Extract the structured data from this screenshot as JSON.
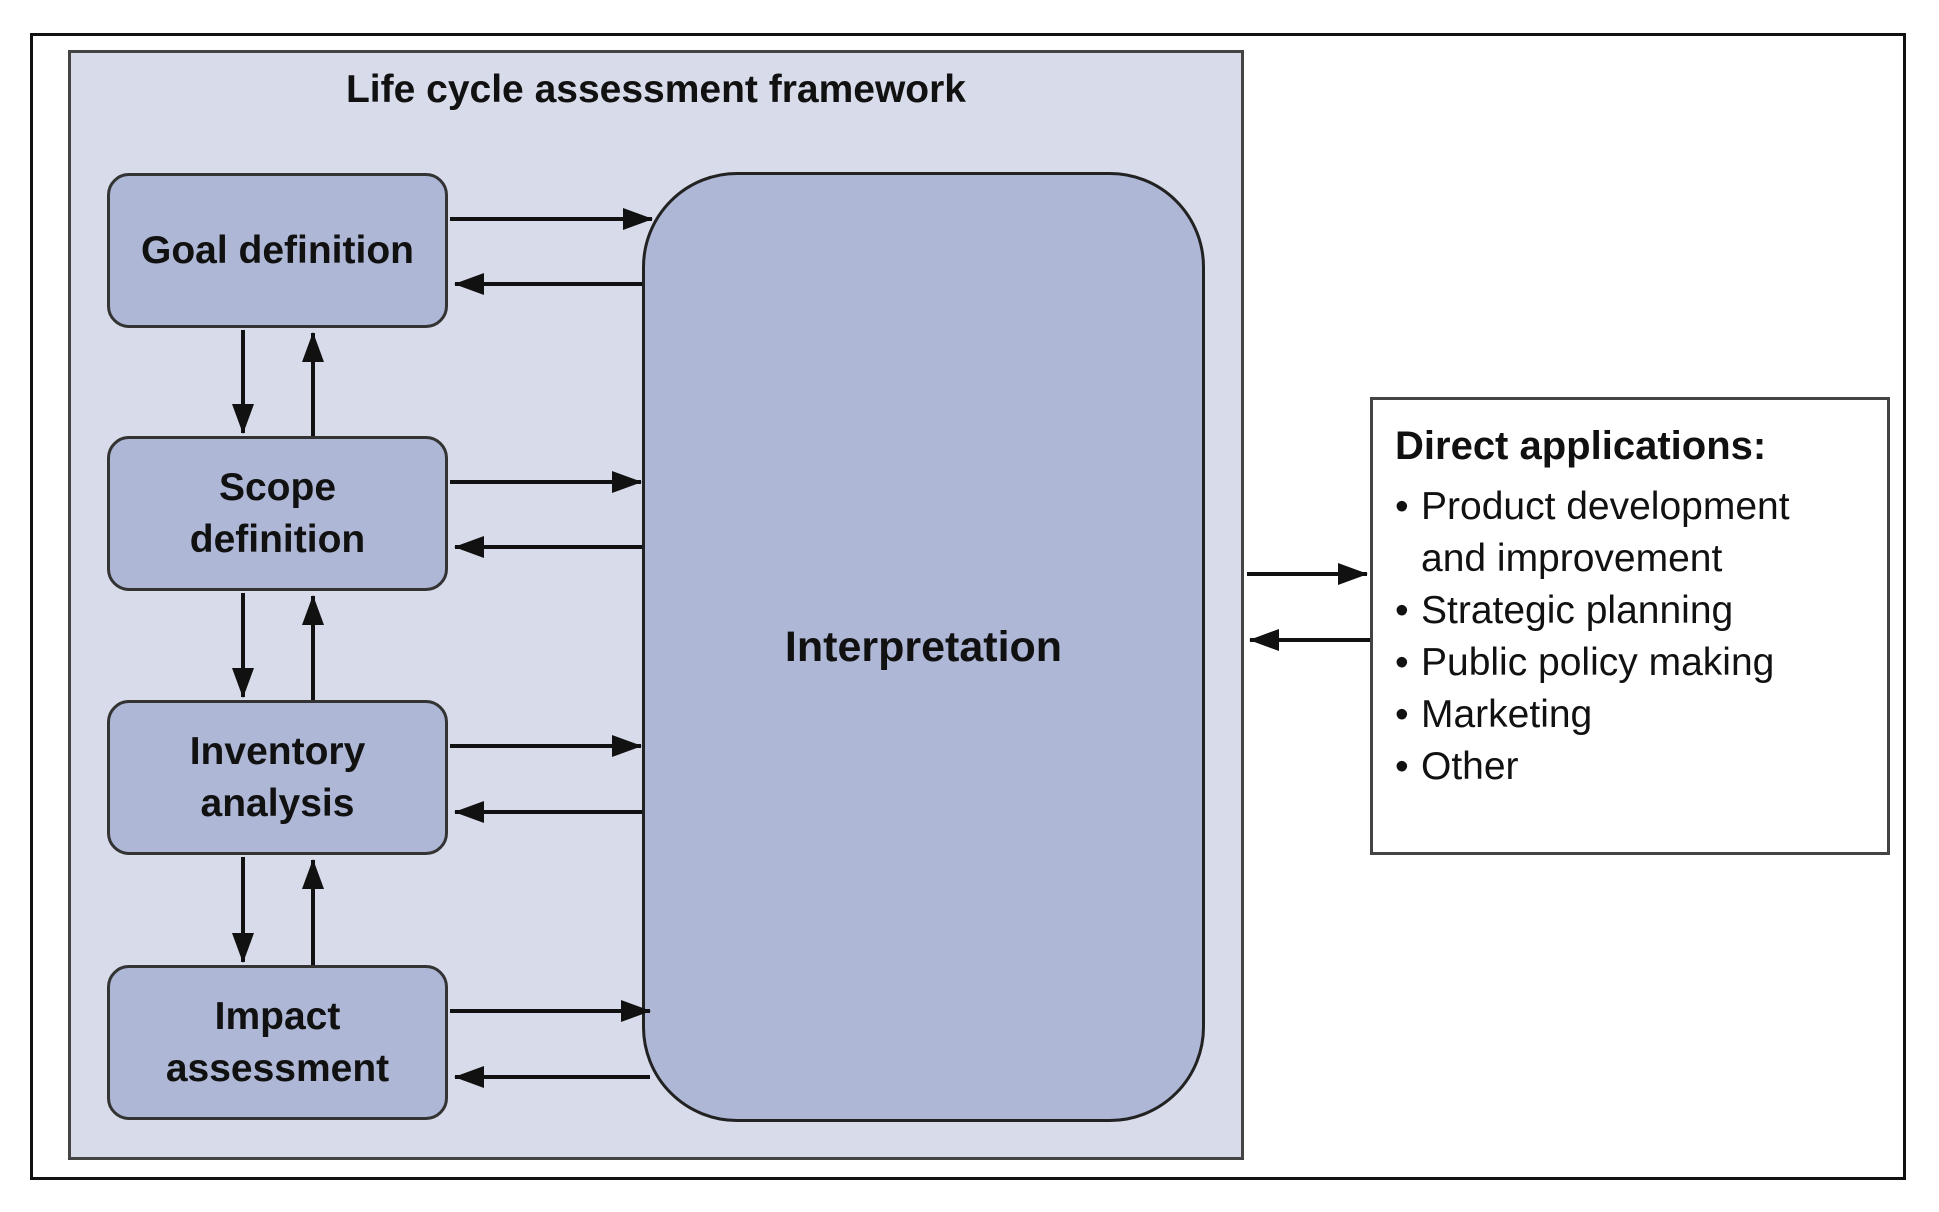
{
  "framework": {
    "title": "Life cycle assessment framework",
    "stages": [
      {
        "label": "Goal definition"
      },
      {
        "label": "Scope\ndefinition"
      },
      {
        "label": "Inventory\nanalysis"
      },
      {
        "label": "Impact\nassessment"
      }
    ],
    "interpretation_label": "Interpretation"
  },
  "applications": {
    "title": "Direct applications:",
    "bullet": "•",
    "items": [
      "Product development\nand improvement",
      "Strategic planning",
      "Public policy making",
      "Marketing",
      "Other"
    ]
  }
}
